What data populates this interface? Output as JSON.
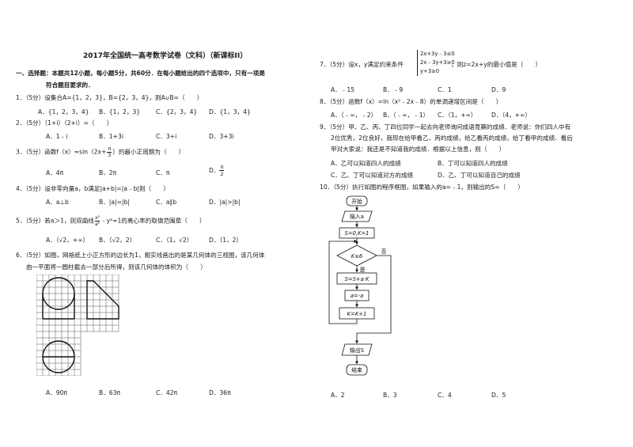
{
  "title": "2017年全国统一高考数学试卷（文科）（新课标II）",
  "section": {
    "heading_line1": "一、选择题：本题共12小题，每小题5分，共60分．在每小题给出的四个选项中，只有一项是",
    "heading_line2": "符合题目要求的．"
  },
  "q1": {
    "stem": "1．（5分）设集合A={1，2，3}，B={2，3，4}，则A∪B=（　　）",
    "a": "A．{1，2，3，4}",
    "b": "B．{1，2，3}",
    "c": "C．{2，3，4}",
    "d": "D．{1，3，4}"
  },
  "q2": {
    "stem": "2．（5分）（1+i）（2+i）=（　　）",
    "a": "A．1﹣i",
    "b": "B．1+3i",
    "c": "C．3+i",
    "d": "D．3+3i"
  },
  "q3": {
    "stem_pre": "3．（5分）函数f（x）=sin（2x+",
    "frac_num": "π",
    "frac_den": "3",
    "stem_post": "）的最小正周期为（　　）",
    "a": "A．4π",
    "b": "B．2π",
    "c": "C．π",
    "d_pre": "D．",
    "d_num": "π",
    "d_den": "2"
  },
  "q4": {
    "stem": "4．（5分）设非零向量a，b满足|a+b|=|a﹣b|则（　　）",
    "a": "A．a⊥b",
    "b": "B．|a|=|b|",
    "c": "C．a∥b",
    "d": "D．|a|>|b|"
  },
  "q5": {
    "stem_pre": "5．（5分）若a＞1，则双曲线",
    "frac_num": "x²",
    "frac_den": "a²",
    "stem_post": "﹣y²=1的离心率的取值范围是（　　）",
    "a": "A．（√2，+∞）",
    "b": "B．（√2，2）",
    "c": "C．（1，√2）",
    "d": "D．（1，2）"
  },
  "q6": {
    "stem_line1": "6．（5分）如图，网格纸上小正方形的边长为1，粗实线画出的是某几何体的三视图，该几何体",
    "stem_line2": "由一平面将一圆柱截去一部分后所得，则该几何体的体积为（　　）",
    "a": "A．90π",
    "b": "B．63π",
    "c": "C．42π",
    "d": "D．36π"
  },
  "q7": {
    "stem_pre": "7．（5分）设x，y满足约束条件",
    "c1": "2x+3y﹣3≤0",
    "c2": "2x﹣3y+3≥0",
    "c3": "y+3≥0",
    "stem_post": "，则z=2x+y的最小值是（　　）",
    "a": "A．﹣15",
    "b": "B．﹣9",
    "c": "C．1",
    "d": "D．9"
  },
  "q8": {
    "stem": "8．（5分）函数f（x）=ln（x²﹣2x﹣8）的单调递增区间是（　　）",
    "a": "A．（﹣∞，﹣2）",
    "b": "B．（﹣∞，﹣1）",
    "c": "C．（1，+∞）",
    "d": "D．（4，+∞）"
  },
  "q9": {
    "stem_line1": "9．（5分）甲、乙、丙、丁四位同学一起去向老师询问成语竞赛的成绩．老师说：你们四人中有",
    "stem_line2": "2位优秀，2位良好，我现在给甲看乙、丙的成绩，给乙看丙的成绩，给丁看甲的成绩．看后",
    "stem_line3": "甲对大家说：我还是不知道我的成绩．根据以上信息，则（　　）",
    "a": "A．乙可以知道四人的成绩",
    "b": "B．丁可以知道四人的成绩",
    "c": "C．乙、丁可以知道对方的成绩",
    "d": "D．乙、丁可以知道自己的成绩"
  },
  "q10": {
    "stem": "10．（5分）执行如图的程序框图，如果输入的a=﹣1，则输出的S=（　　）",
    "a": "A．2",
    "b": "B．3",
    "c": "C．4",
    "d": "D．5"
  },
  "flowchart": {
    "start": "开始",
    "input": "输入a",
    "init": "S=0,K=1",
    "cond": "K≤6",
    "no": "否",
    "yes": "是",
    "step1": "S=S+a·K",
    "step2": "a=-a",
    "step3": "K=K+1",
    "output": "输出S",
    "end": "结束"
  }
}
